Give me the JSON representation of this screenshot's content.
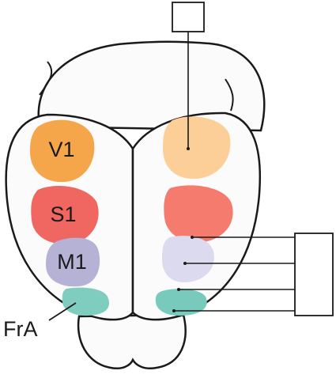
{
  "labels": {
    "v1": "V1",
    "s1": "S1",
    "m1": "M1",
    "fra": "FrA"
  },
  "colors": {
    "outline": "#1a1a1a",
    "brain_fill": "#fbfbfb",
    "v1_left": "#f5a54a",
    "v1_right": "#fbcf97",
    "s1_left": "#ef6760",
    "s1_right": "#f47b6e",
    "m1_left": "#b5b2d6",
    "m1_right": "#dcdaee",
    "fra_left": "#7fcdbf",
    "fra_right": "#78cabc"
  },
  "icons": {
    "top_box": "square-outline-icon",
    "right_box": "square-outline-icon"
  }
}
